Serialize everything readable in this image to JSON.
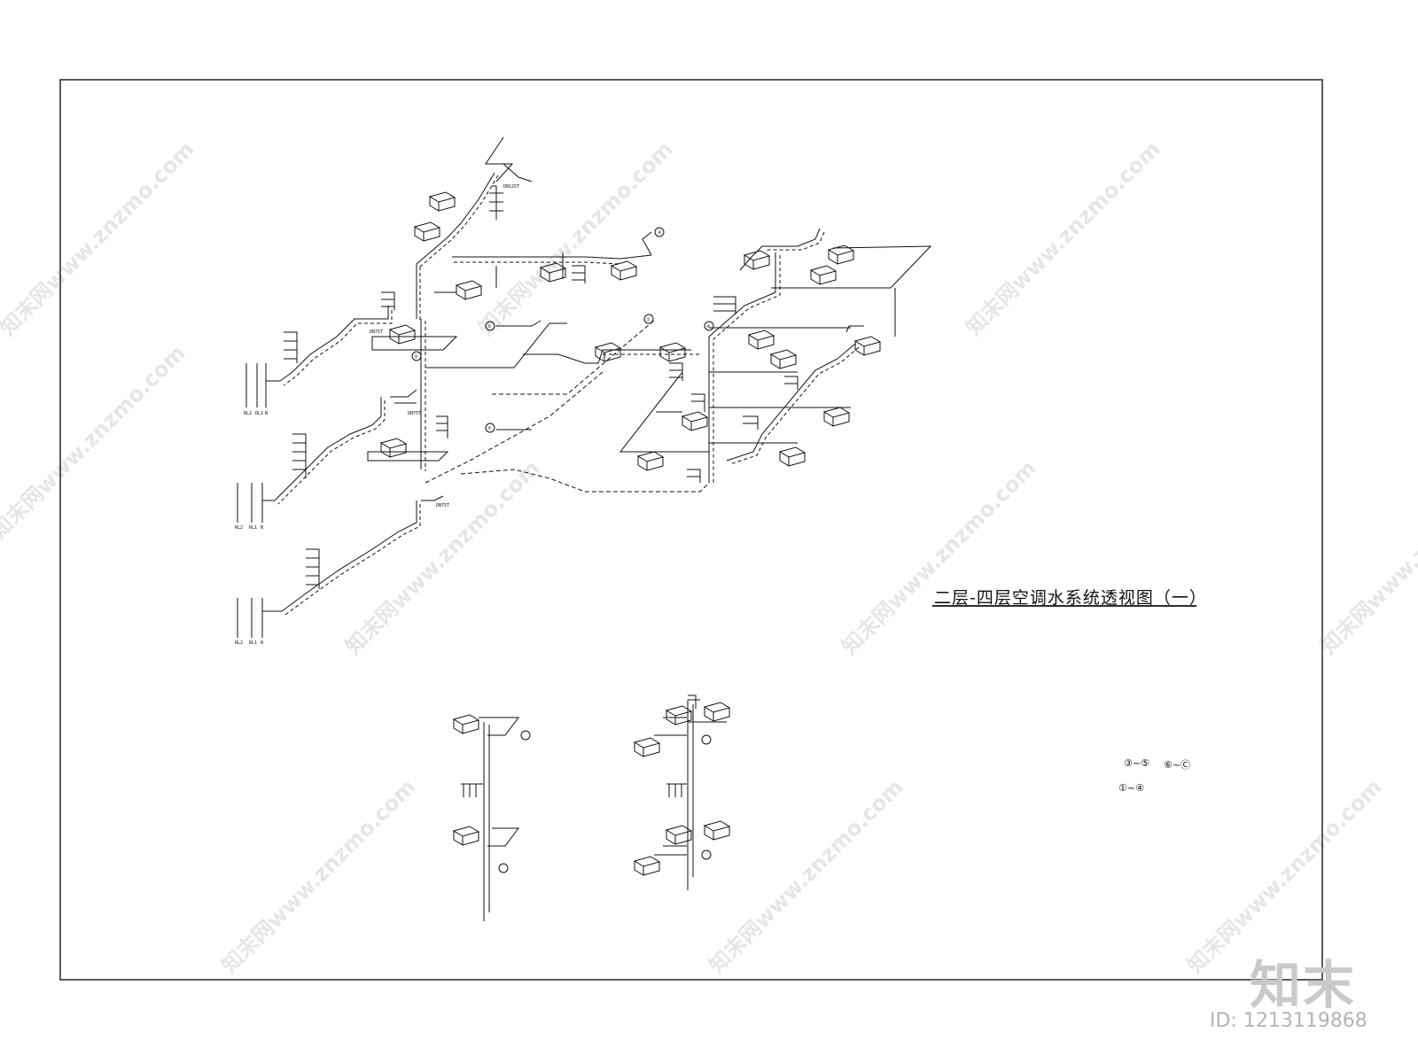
{
  "title": "二层-四层空调水系统透视图（一）",
  "legend": {
    "row1_left": "③~⑤",
    "row1_right": "⑥~Ⓒ",
    "row2_left": "①~④"
  },
  "pipe_labels": {
    "top": "DN125T",
    "level2": "DN75T",
    "level3": "DN75T",
    "level4": "DN75T",
    "riser_a": "RL2",
    "riser_b": "RL1",
    "riser_c": "N"
  },
  "section_markers": [
    "④",
    "③",
    "⑤",
    "①",
    "⑤",
    "④"
  ],
  "watermark": {
    "text": "知末网www.znzmo.com",
    "brand": "知末",
    "id": "ID: 1213119868"
  }
}
